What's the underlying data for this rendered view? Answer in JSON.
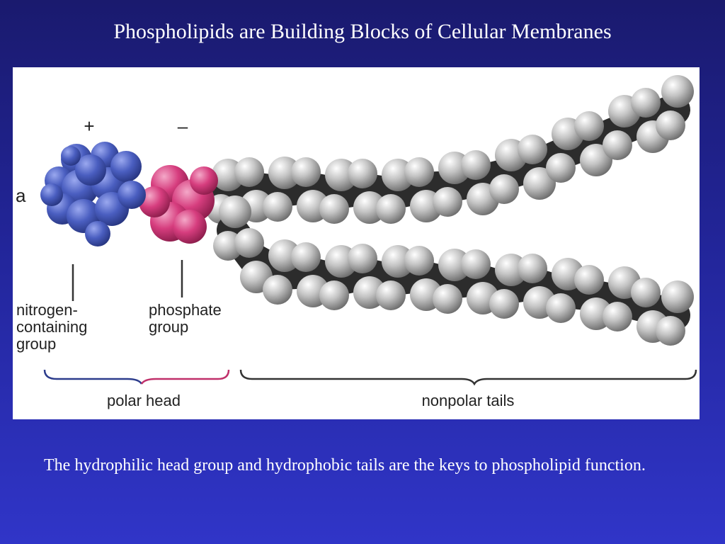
{
  "slide": {
    "title": "Phospholipids are Building Blocks of Cellular Membranes",
    "caption": "The hydrophilic head group and hydrophobic tails are the keys to phospholipid function."
  },
  "figure": {
    "panel_letter": "a",
    "plus_sign": "+",
    "minus_sign": "–",
    "nitrogen_label": [
      "nitrogen-",
      "containing",
      "group"
    ],
    "phosphate_label": [
      "phosphate",
      "group"
    ],
    "polar_head_label": "polar head",
    "nonpolar_tails_label": "nonpolar tails",
    "colors": {
      "nitrogen_group": "#4a5ec0",
      "phosphate_group": "#d63d7e",
      "hydrogen_atoms": "#b8b8b8",
      "carbon_backbone": "#2c2c2c",
      "background": "#ffffff"
    }
  }
}
